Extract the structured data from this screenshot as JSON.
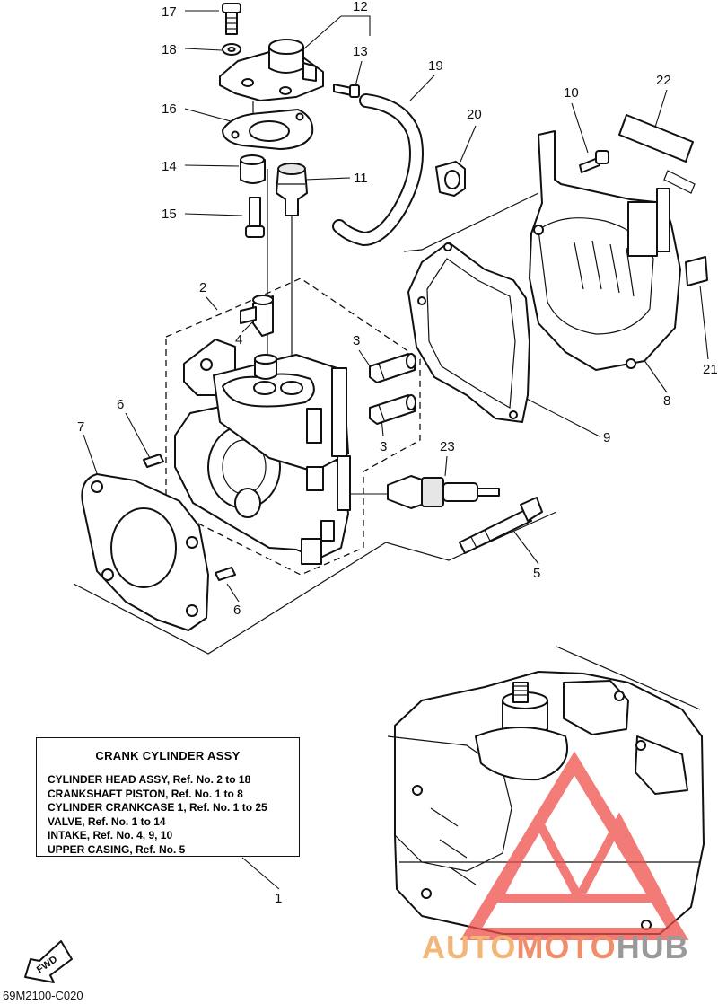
{
  "callouts": [
    {
      "id": "17",
      "text": "17"
    },
    {
      "id": "12",
      "text": "12"
    },
    {
      "id": "18",
      "text": "18"
    },
    {
      "id": "13",
      "text": "13"
    },
    {
      "id": "19",
      "text": "19"
    },
    {
      "id": "16",
      "text": "16"
    },
    {
      "id": "20",
      "text": "20"
    },
    {
      "id": "10",
      "text": "10"
    },
    {
      "id": "22",
      "text": "22"
    },
    {
      "id": "14",
      "text": "14"
    },
    {
      "id": "11",
      "text": "11"
    },
    {
      "id": "15",
      "text": "15"
    },
    {
      "id": "2",
      "text": "2"
    },
    {
      "id": "4",
      "text": "4"
    },
    {
      "id": "3a",
      "text": "3"
    },
    {
      "id": "3b",
      "text": "3"
    },
    {
      "id": "21",
      "text": "21"
    },
    {
      "id": "8",
      "text": "8"
    },
    {
      "id": "6a",
      "text": "6"
    },
    {
      "id": "7",
      "text": "7"
    },
    {
      "id": "9",
      "text": "9"
    },
    {
      "id": "23",
      "text": "23"
    },
    {
      "id": "5",
      "text": "5"
    },
    {
      "id": "6b",
      "text": "6"
    },
    {
      "id": "1",
      "text": "1"
    }
  ],
  "info_box": {
    "title": "CRANK CYLINDER ASSY",
    "lines": [
      "CYLINDER HEAD ASSY, Ref. No. 2 to 18",
      "CRANKSHAFT PISTON,  Ref. No. 1 to 8",
      "CYLINDER CRANKCASE 1, Ref. No. 1 to 25",
      "VALVE,   Ref. No. 1 to 14",
      "INTAKE,  Ref. No. 4, 9, 10",
      "UPPER CASING, Ref. No. 5"
    ]
  },
  "fwd_label": "FWD",
  "diagram_code": "69M2100-C020",
  "watermark": {
    "part1": "AUTO",
    "part2": "MOTO",
    "part3": "HUB"
  },
  "colors": {
    "line": "#111111",
    "watermark_logo": "#f0504a",
    "watermark_auto": "#f3b679",
    "watermark_moto": "#f08d6b",
    "watermark_hub": "#9a9a9a"
  }
}
